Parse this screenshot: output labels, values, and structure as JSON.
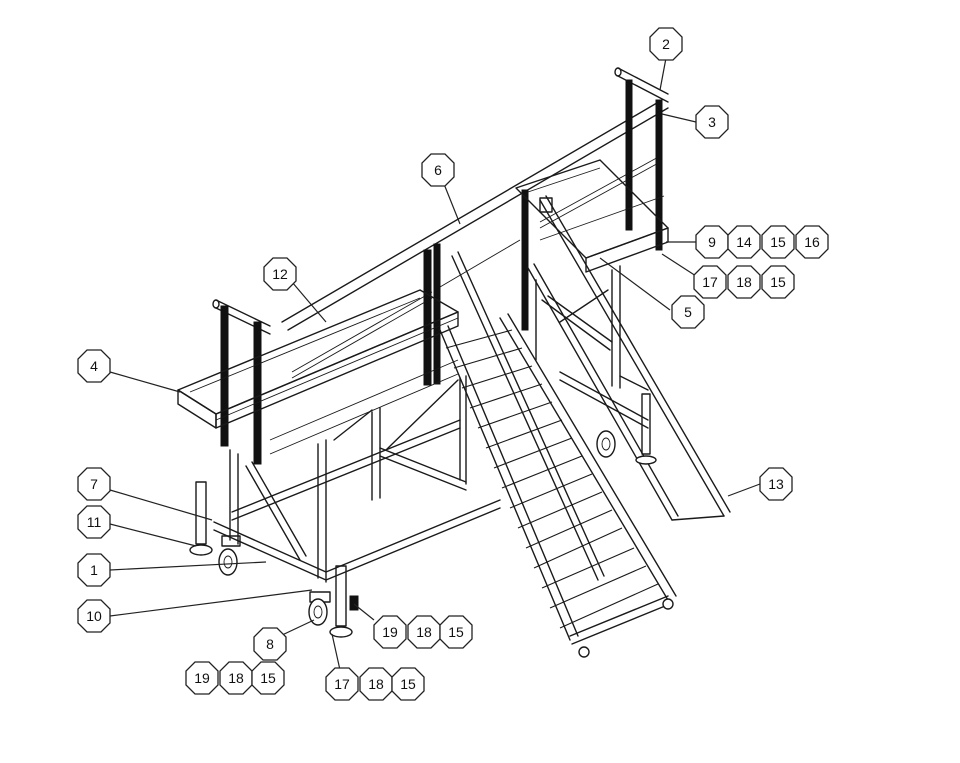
{
  "balloons": [
    {
      "id": "b1",
      "label": "1"
    },
    {
      "id": "b2",
      "label": "2"
    },
    {
      "id": "b3",
      "label": "3"
    },
    {
      "id": "b4",
      "label": "4"
    },
    {
      "id": "b5",
      "label": "5"
    },
    {
      "id": "b6",
      "label": "6"
    },
    {
      "id": "b7",
      "label": "7"
    },
    {
      "id": "b8",
      "label": "8"
    },
    {
      "id": "b9",
      "label": "9"
    },
    {
      "id": "b10",
      "label": "10"
    },
    {
      "id": "b11",
      "label": "11"
    },
    {
      "id": "b12",
      "label": "12"
    },
    {
      "id": "b13",
      "label": "13"
    },
    {
      "id": "b14",
      "label": "14"
    },
    {
      "id": "b15a",
      "label": "15"
    },
    {
      "id": "b16",
      "label": "16"
    },
    {
      "id": "b17a",
      "label": "17"
    },
    {
      "id": "b18a",
      "label": "18"
    },
    {
      "id": "b15b",
      "label": "15"
    },
    {
      "id": "b19a",
      "label": "19"
    },
    {
      "id": "b18b",
      "label": "18"
    },
    {
      "id": "b15c",
      "label": "15"
    },
    {
      "id": "b19b",
      "label": "19"
    },
    {
      "id": "b18c",
      "label": "18"
    },
    {
      "id": "b15d",
      "label": "15"
    },
    {
      "id": "b17b",
      "label": "17"
    },
    {
      "id": "b18d",
      "label": "18"
    },
    {
      "id": "b15e",
      "label": "15"
    }
  ]
}
